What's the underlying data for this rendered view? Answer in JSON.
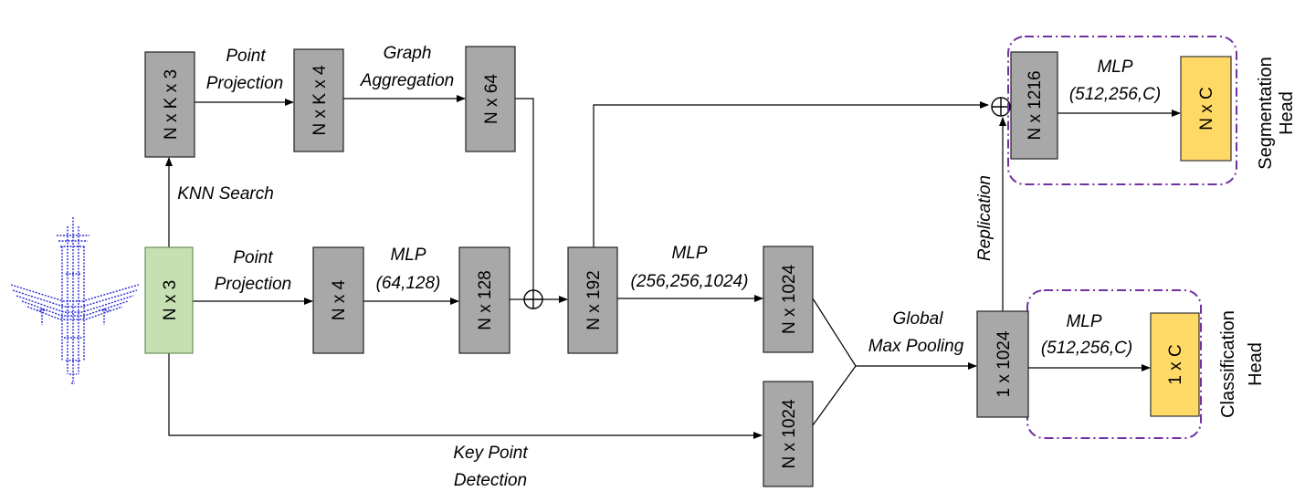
{
  "blocks": {
    "nk3": "N x K x 3",
    "nk4": "N x K x 4",
    "n64": "N x 64",
    "n3": "N x 3",
    "n4": "N x 4",
    "n128": "N x 128",
    "n192": "N x 192",
    "n1024a": "N x 1024",
    "n1024b": "N x 1024",
    "g1024": "1 x 1024",
    "n1216": "N x 1216",
    "nc": "N x C",
    "c1": "1 x C"
  },
  "labels": {
    "point_projection_top": [
      "Point",
      "Projection"
    ],
    "graph_aggregation": [
      "Graph",
      "Aggregation"
    ],
    "knn_search": "KNN Search",
    "point_projection_mid": [
      "Point",
      "Projection"
    ],
    "mlp_64_128": [
      "MLP",
      "(64,128)"
    ],
    "mlp_256": [
      "MLP",
      "(256,256,1024)"
    ],
    "global_max_pooling": [
      "Global",
      "Max Pooling"
    ],
    "key_point_detection": [
      "Key Point",
      "Detection"
    ],
    "replication": "Replication",
    "mlp_seg": [
      "MLP",
      "(512,256,C)"
    ],
    "mlp_cls": [
      "MLP",
      "(512,256,C)"
    ]
  },
  "heads": {
    "segmentation": [
      "Segmentation",
      "Head"
    ],
    "classification": [
      "Classification",
      "Head"
    ]
  },
  "colors": {
    "gray_block": "#a8a8a8",
    "input_block": "#c6e0b4",
    "output_block": "#ffd966",
    "head_border": "#7030a0",
    "point_cloud": "#2b2bd6"
  },
  "icons": {
    "input": "airplane-point-cloud-icon",
    "concat": "circle-plus-icon"
  }
}
